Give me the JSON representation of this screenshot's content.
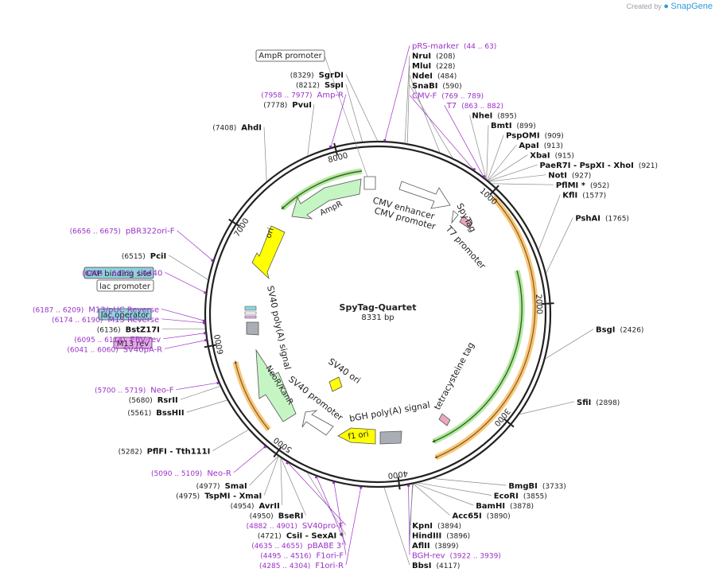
{
  "header": {
    "created_by": "Created by",
    "brand": "SnapGene"
  },
  "plasmid": {
    "name": "SpyTag-Quartet",
    "size_label": "8331 bp",
    "length": 8331
  },
  "ticks": [
    {
      "pos": 1000,
      "label": "1000"
    },
    {
      "pos": 2000,
      "label": "2000"
    },
    {
      "pos": 3000,
      "label": "3000"
    },
    {
      "pos": 4000,
      "label": "4000"
    },
    {
      "pos": 5000,
      "label": "5000"
    },
    {
      "pos": 6000,
      "label": "6000"
    },
    {
      "pos": 7000,
      "label": "7000"
    },
    {
      "pos": 8000,
      "label": "8000"
    }
  ],
  "sites": [
    {
      "pos": 8329,
      "name": "SgrDI",
      "coord": "(8329)"
    },
    {
      "pos": 208,
      "name": "NruI",
      "coord": "(208)"
    },
    {
      "pos": 228,
      "name": "MluI",
      "coord": "(228)"
    },
    {
      "pos": 484,
      "name": "NdeI",
      "coord": "(484)"
    },
    {
      "pos": 590,
      "name": "SnaBI",
      "coord": "(590)"
    },
    {
      "pos": 895,
      "name": "NheI",
      "coord": "(895)"
    },
    {
      "pos": 899,
      "name": "BmtI",
      "coord": "(899)"
    },
    {
      "pos": 909,
      "name": "PspOMI",
      "coord": "(909)"
    },
    {
      "pos": 913,
      "name": "ApaI",
      "coord": "(913)"
    },
    {
      "pos": 915,
      "name": "XbaI",
      "coord": "(915)"
    },
    {
      "pos": 921,
      "name": "PaeR7I  - PspXI  - XhoI",
      "coord": "(921)"
    },
    {
      "pos": 927,
      "name": "NotI",
      "coord": "(927)"
    },
    {
      "pos": 952,
      "name": "PflMI *",
      "coord": "(952)"
    },
    {
      "pos": 1577,
      "name": "KflI",
      "coord": "(1577)"
    },
    {
      "pos": 1765,
      "name": "PshAI",
      "coord": "(1765)"
    },
    {
      "pos": 2426,
      "name": "BsgI",
      "coord": "(2426)"
    },
    {
      "pos": 2898,
      "name": "SfiI",
      "coord": "(2898)"
    },
    {
      "pos": 3733,
      "name": "BmgBI",
      "coord": "(3733)"
    },
    {
      "pos": 3855,
      "name": "EcoRI",
      "coord": "(3855)"
    },
    {
      "pos": 3878,
      "name": "BamHI",
      "coord": "(3878)"
    },
    {
      "pos": 3890,
      "name": "Acc65I",
      "coord": "(3890)"
    },
    {
      "pos": 3894,
      "name": "KpnI",
      "coord": "(3894)"
    },
    {
      "pos": 3896,
      "name": "HindIII",
      "coord": "(3896)"
    },
    {
      "pos": 3899,
      "name": "AflII",
      "coord": "(3899)"
    },
    {
      "pos": 4117,
      "name": "BbsI",
      "coord": "(4117)"
    },
    {
      "pos": 4721,
      "name": "CsiI  - SexAI *",
      "coord": "(4721)"
    },
    {
      "pos": 4950,
      "name": "BseRI",
      "coord": "(4950)"
    },
    {
      "pos": 4954,
      "name": "AvrII",
      "coord": "(4954)"
    },
    {
      "pos": 4975,
      "name": "TspMI  - XmaI",
      "coord": "(4975)"
    },
    {
      "pos": 4977,
      "name": "SmaI",
      "coord": "(4977)"
    },
    {
      "pos": 5282,
      "name": "PflFI  - Tth111I",
      "coord": "(5282)"
    },
    {
      "pos": 5561,
      "name": "BssHII",
      "coord": "(5561)"
    },
    {
      "pos": 5680,
      "name": "RsrII",
      "coord": "(5680)"
    },
    {
      "pos": 6136,
      "name": "BstZ17I",
      "coord": "(6136)"
    },
    {
      "pos": 6515,
      "name": "PciI",
      "coord": "(6515)"
    },
    {
      "pos": 7408,
      "name": "AhdI",
      "coord": "(7408)"
    },
    {
      "pos": 7778,
      "name": "PvuI",
      "coord": "(7778)"
    },
    {
      "pos": 8212,
      "name": "SspI",
      "coord": "(8212)"
    }
  ],
  "primers": [
    {
      "pos": 53,
      "name": "pRS-marker",
      "coord": "(44 .. 63)"
    },
    {
      "pos": 779,
      "name": "CMV-F",
      "coord": "(769 .. 789)"
    },
    {
      "pos": 872,
      "name": "T7",
      "coord": "(863 .. 882)"
    },
    {
      "pos": 3930,
      "name": "BGH-rev",
      "coord": "(3922 .. 3939)"
    },
    {
      "pos": 4294,
      "name": "F1ori-R",
      "coord": "(4285 .. 4304)"
    },
    {
      "pos": 4505,
      "name": "F1ori-F",
      "coord": "(4495 .. 4516)"
    },
    {
      "pos": 4645,
      "name": "pBABE 3'",
      "coord": "(4635 .. 4655)"
    },
    {
      "pos": 4891,
      "name": "SV40pro-F",
      "coord": "(4882 .. 4901)"
    },
    {
      "pos": 5100,
      "name": "Neo-R",
      "coord": "(5090 .. 5109)"
    },
    {
      "pos": 5710,
      "name": "Neo-F",
      "coord": "(5700 .. 5719)"
    },
    {
      "pos": 6050,
      "name": "SV40pA-R",
      "coord": "(6041 .. 6060)"
    },
    {
      "pos": 6104,
      "name": "EBV-rev",
      "coord": "(6095 .. 6114)"
    },
    {
      "pos": 6182,
      "name": "M13 Reverse",
      "coord": "(6174 .. 6190)"
    },
    {
      "pos": 6198,
      "name": "M13/pUC Reverse",
      "coord": "(6187 .. 6209)"
    },
    {
      "pos": 6413,
      "name": "L4440",
      "coord": "(6405 .. 6422)"
    },
    {
      "pos": 6665,
      "name": "pBR322ori-F",
      "coord": "(6656 .. 6675)"
    },
    {
      "pos": 7967,
      "name": "Amp-R",
      "coord": "(7958 .. 7977)"
    }
  ],
  "boxed_labels": [
    {
      "name": "AmpR promoter",
      "fill": "#ffffff"
    },
    {
      "name": "CAP binding site",
      "fill": "#8fd2dc"
    },
    {
      "name": "lac promoter",
      "fill": "#ffffff"
    },
    {
      "name": "lac operator",
      "fill": "#8fd2dc"
    },
    {
      "name": "M13 rev",
      "fill": "#e6a8ea"
    }
  ],
  "features": [
    {
      "name": "CMV enhancer",
      "color": "#ffffff"
    },
    {
      "name": "CMV promoter",
      "color": "#ffffff"
    },
    {
      "name": "SpyTag",
      "color": "#e9a8c0"
    },
    {
      "name": "T7 promoter",
      "color": "#ffffff"
    },
    {
      "name": "tetracysteine tag",
      "color": "#e9a8c0"
    },
    {
      "name": "bGH poly(A) signal",
      "color": "#a9aeb4"
    },
    {
      "name": "f1 ori",
      "color": "#ffff00"
    },
    {
      "name": "SV40 promoter",
      "color": "#ffffff"
    },
    {
      "name": "SV40 ori",
      "color": "#ffff00"
    },
    {
      "name": "NeoR/KanR",
      "color": "#c6f5c4"
    },
    {
      "name": "SV40 poly(A) signal",
      "color": "#a9aeb4"
    },
    {
      "name": "ori",
      "color": "#ffff00"
    },
    {
      "name": "AmpR",
      "color": "#c6f5c4"
    }
  ],
  "colors": {
    "backbone": "#222222",
    "primer": "#9b30c8",
    "orf_green": "#2b8a1a",
    "orf_orange": "#f0a030"
  }
}
